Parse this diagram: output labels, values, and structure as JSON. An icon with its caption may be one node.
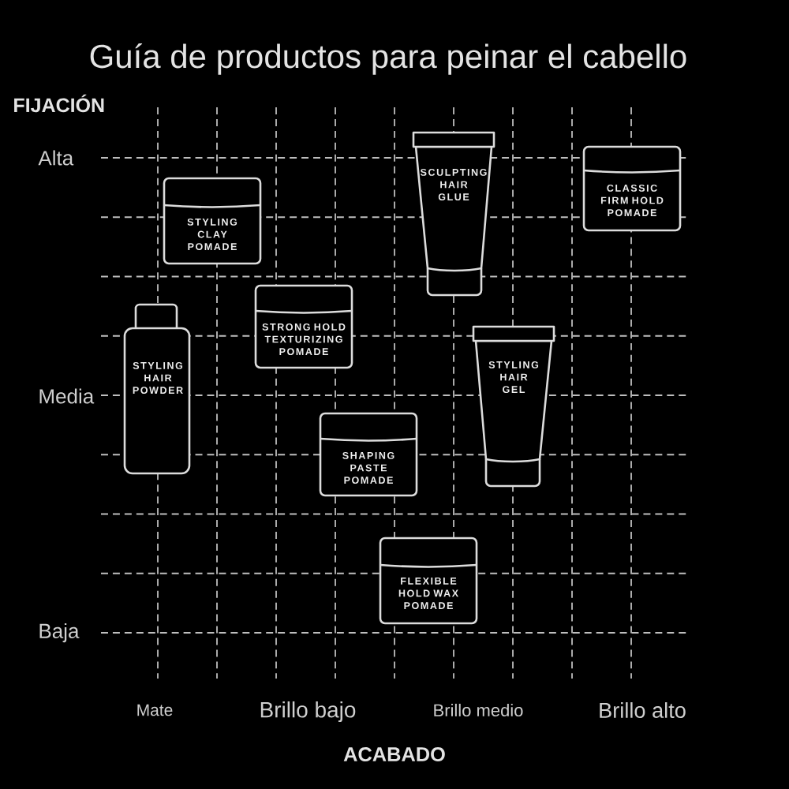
{
  "diagram": {
    "title": "Guía de productos para peinar el cabello",
    "nodes": [
      {
        "text": [
          "STYLING CLAY POMADE"
        ]
      },
      {
        "text": [
          "SCULPTING HAIR GLUE"
        ]
      },
      {
        "text": [
          "CLASSIC FIRM HOLD POMADE"
        ]
      },
      {
        "text": [
          "STRONG HOLD TEXTURIZING POMADE"
        ]
      },
      {
        "text": [
          "STYLING HAIR POWDER"
        ]
      },
      {
        "text": [
          "STYLING HAIR GEL"
        ]
      },
      {
        "text": [
          "SHAPING PASTE POMADE"
        ]
      },
      {
        "text": [
          "FLEXIBLE HOLD WAX POMADE"
        ]
      }
    ],
    "labels": [
      "FIJACIÓN",
      "Alta",
      "Media",
      "Baja",
      "Mate",
      "Brillo bajo",
      "Brillo medio",
      "Brillo alto",
      "ACABADO"
    ]
  }
}
